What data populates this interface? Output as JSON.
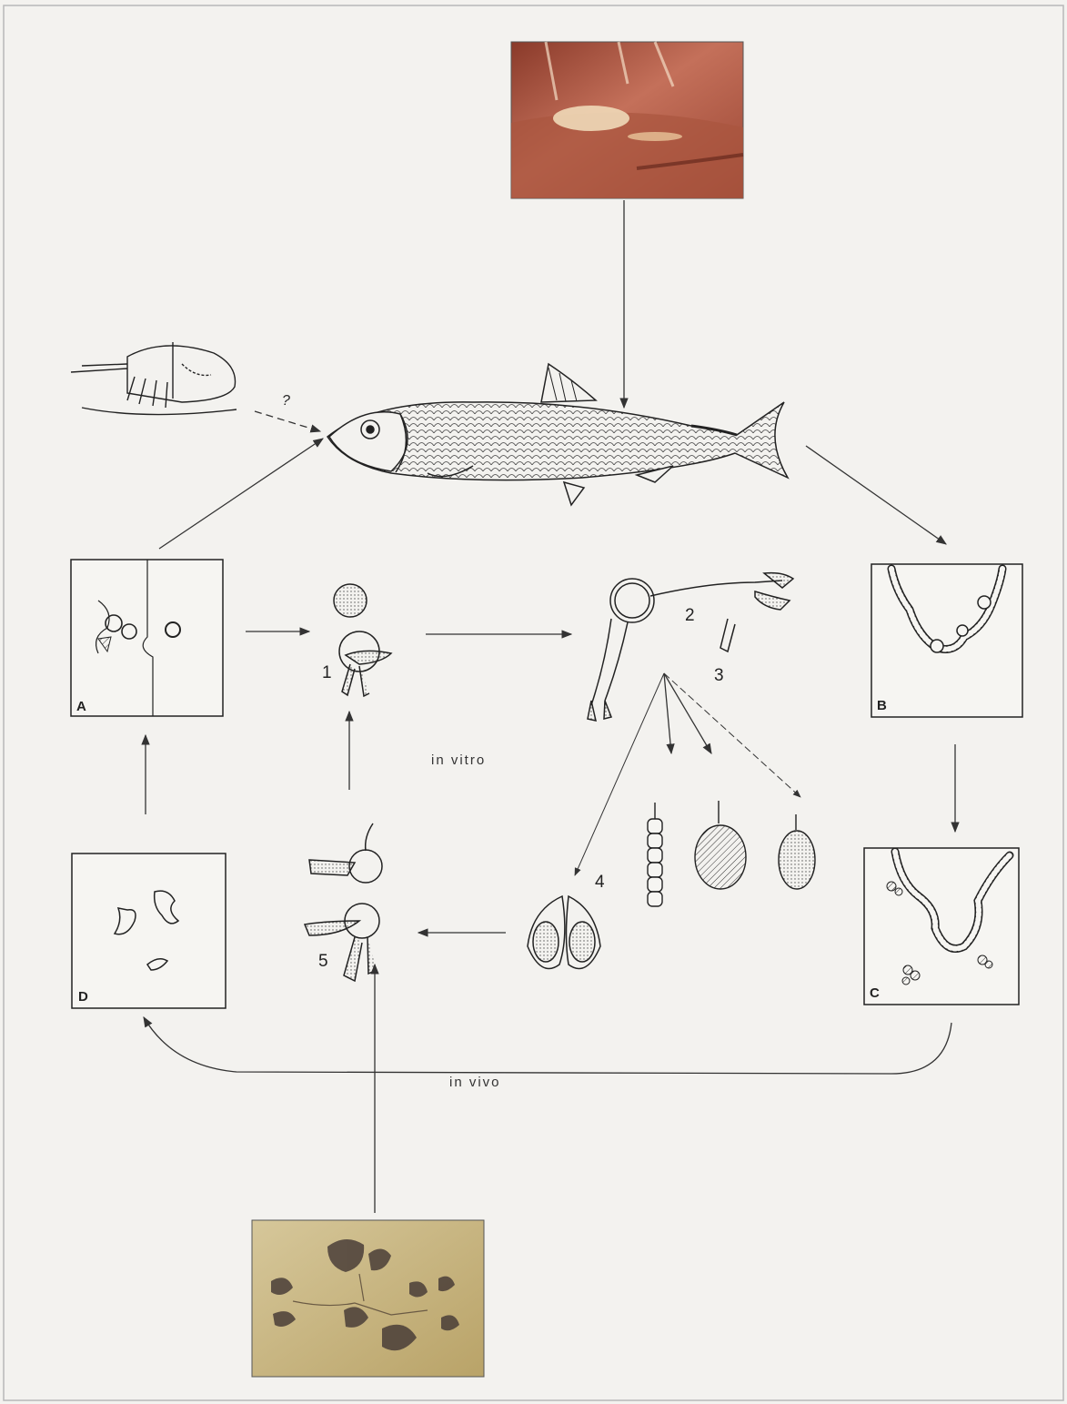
{
  "panels": {
    "a": "A",
    "b": "B",
    "c": "C",
    "d": "D"
  },
  "stages": {
    "s1": "1",
    "s2": "2",
    "s3": "3",
    "s4": "4",
    "s5": "5"
  },
  "uncertain_mark": "?",
  "captions": {
    "in_vitro": "in vitro",
    "in_vivo": "in vivo"
  },
  "colors": {
    "paper": "#f3f2ef",
    "ink": "#2a2a2a",
    "photo_top": "#b5634c",
    "photo_bottom": "#c9b67a"
  }
}
